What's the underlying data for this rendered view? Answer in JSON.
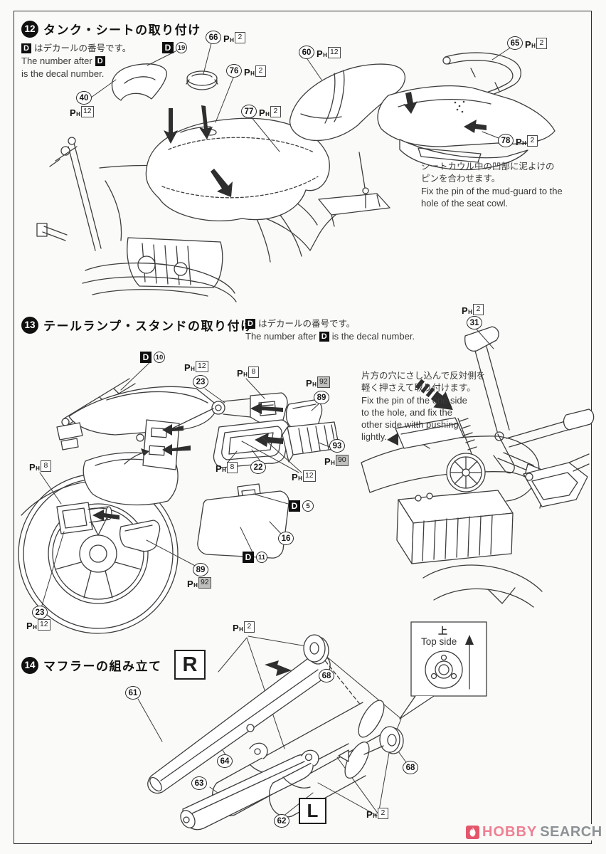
{
  "steps": {
    "s12": {
      "badge": "12",
      "title": "タンク・シートの取り付け"
    },
    "s13": {
      "badge": "13",
      "title": "テールランプ・スタンドの取り付け"
    },
    "s14": {
      "badge": "14",
      "title": "マフラーの組み立て"
    }
  },
  "decal_note": {
    "jp": "はデカールの番号です。",
    "en_before": "The number after",
    "en_after": "is the decal number."
  },
  "screw_glyph": {
    "p": "P",
    "h": "H"
  },
  "decal_glyph": {
    "d": "D"
  },
  "notes": {
    "mudguard": {
      "jp1": "シートカウル中の凹部に泥よけの",
      "jp2": "ピンを合わせます。",
      "en1": "Fix the pin of the mud-guard to the",
      "en2": "hole of the seat cowl."
    },
    "stand": {
      "jp1": "片方の穴にさし込んで反対側を",
      "jp2": "軽く押さえて取り付けます。",
      "en1": "Fix the pin of the one side",
      "en2": "to the hole, and fix the",
      "en3": "other side witth pushing",
      "en4": "lightly."
    }
  },
  "callouts": {
    "p40": "40",
    "s40": "12",
    "d19": "19",
    "p66": "66",
    "s66": "2",
    "p76": "76",
    "s76": "2",
    "p77": "77",
    "s77": "2",
    "p60": "60",
    "s60": "12",
    "p65": "65",
    "s65": "2",
    "p78": "78",
    "s78": "2",
    "p31": "31",
    "s31": "2",
    "d10": "10",
    "p23a": "23",
    "s23a": "12",
    "s8a": "8",
    "p89a": "89",
    "s89a": "92",
    "s8b": "8",
    "p22": "22",
    "s12b": "12",
    "p93": "93",
    "s93": "90",
    "d5": "5",
    "p16": "16",
    "d11": "11",
    "s8c": "8",
    "p89b": "89",
    "s89b": "92",
    "p23b": "23",
    "s23b": "12",
    "s2_14r": "2",
    "p68a": "68",
    "p61": "61",
    "p64": "64",
    "p63": "63",
    "p62": "62",
    "s2_14l": "2",
    "p68b": "68"
  },
  "sides": {
    "right": "R",
    "left": "L"
  },
  "inset": {
    "kanji": "上",
    "label": "Top side"
  },
  "watermark": {
    "icon": "flame-icon",
    "hobby": "HOBBY",
    "search": "SEARCH"
  },
  "colors": {
    "brand_red": "#e4566b",
    "brand_pink": "#ee8093",
    "brand_grey": "#8d9296",
    "ink": "#2f2f2f"
  }
}
